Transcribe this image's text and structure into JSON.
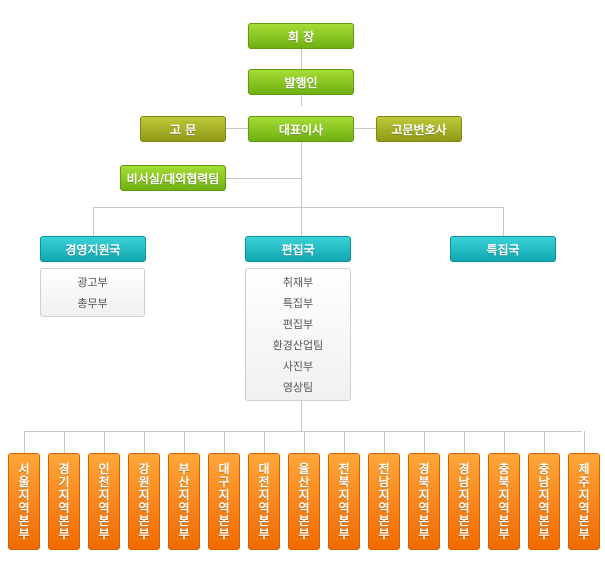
{
  "chairman": "회 장",
  "publisher": "발행인",
  "advisor": "고 문",
  "ceo": "대표이사",
  "legal_advisor": "고문변호사",
  "secretariat": "비서실/대외협력팀",
  "departments": [
    {
      "label": "경영지원국",
      "items": [
        "광고부",
        "총무부"
      ]
    },
    {
      "label": "편집국",
      "items": [
        "취재부",
        "특집부",
        "편집부",
        "환경산업팀",
        "사진부",
        "영상팀"
      ]
    },
    {
      "label": "특집국",
      "items": []
    }
  ],
  "branches": [
    "서울지역본부",
    "경기지역본부",
    "인천지역본부",
    "강원지역본부",
    "부산지역본부",
    "대구지역본부",
    "대전지역본부",
    "울산지역본부",
    "전북지역본부",
    "전남지역본부",
    "경북지역본부",
    "경남지역본부",
    "충북지역본부",
    "충남지역본부",
    "제주지역본부"
  ]
}
